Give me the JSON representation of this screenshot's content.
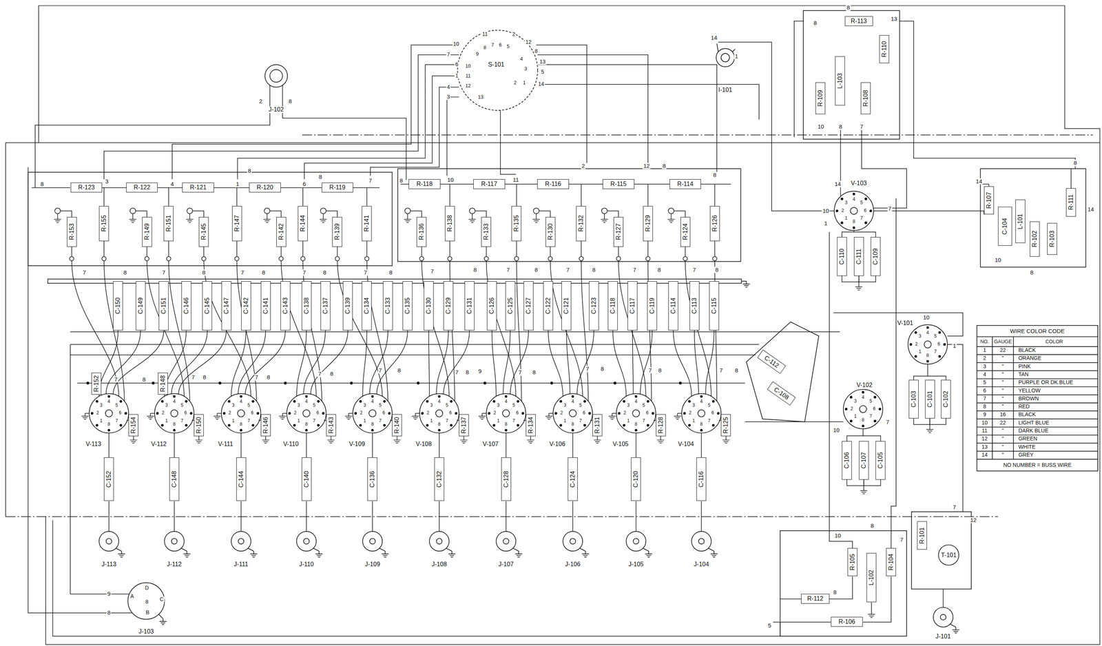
{
  "diagram": {
    "nodes": [
      {
        "text": [
          "R-123"
        ]
      },
      {
        "text": [
          "R-122"
        ]
      },
      {
        "text": [
          "R-121"
        ]
      },
      {
        "text": [
          "R-120"
        ]
      },
      {
        "text": [
          "R-119"
        ]
      },
      {
        "text": [
          "R-118"
        ]
      },
      {
        "text": [
          "R-117"
        ]
      },
      {
        "text": [
          "R-116"
        ]
      },
      {
        "text": [
          "R-115"
        ]
      },
      {
        "text": [
          "R-114"
        ]
      },
      {
        "text": [
          "R-153"
        ]
      },
      {
        "text": [
          "R-155"
        ]
      },
      {
        "text": [
          "R-149"
        ]
      },
      {
        "text": [
          "R-151"
        ]
      },
      {
        "text": [
          "R-145"
        ]
      },
      {
        "text": [
          "R-147"
        ]
      },
      {
        "text": [
          "R-142"
        ]
      },
      {
        "text": [
          "R-144"
        ]
      },
      {
        "text": [
          "R-139"
        ]
      },
      {
        "text": [
          "R-141"
        ]
      },
      {
        "text": [
          "R-136"
        ]
      },
      {
        "text": [
          "R-138"
        ]
      },
      {
        "text": [
          "R-133"
        ]
      },
      {
        "text": [
          "R-135"
        ]
      },
      {
        "text": [
          "R-130"
        ]
      },
      {
        "text": [
          "R-132"
        ]
      },
      {
        "text": [
          "R-127"
        ]
      },
      {
        "text": [
          "R-129"
        ]
      },
      {
        "text": [
          "R-124"
        ]
      },
      {
        "text": [
          "R-126"
        ]
      },
      {
        "text": [
          "C-150"
        ]
      },
      {
        "text": [
          "C-149"
        ]
      },
      {
        "text": [
          "C-151"
        ]
      },
      {
        "text": [
          "C-146"
        ]
      },
      {
        "text": [
          "C-145"
        ]
      },
      {
        "text": [
          "C-147"
        ]
      },
      {
        "text": [
          "C-142"
        ]
      },
      {
        "text": [
          "C-141"
        ]
      },
      {
        "text": [
          "C-143"
        ]
      },
      {
        "text": [
          "C-138"
        ]
      },
      {
        "text": [
          "C-137"
        ]
      },
      {
        "text": [
          "C-139"
        ]
      },
      {
        "text": [
          "C-134"
        ]
      },
      {
        "text": [
          "C-133"
        ]
      },
      {
        "text": [
          "C-135"
        ]
      },
      {
        "text": [
          "C-130"
        ]
      },
      {
        "text": [
          "C-129"
        ]
      },
      {
        "text": [
          "C-131"
        ]
      },
      {
        "text": [
          "C-126"
        ]
      },
      {
        "text": [
          "C-125"
        ]
      },
      {
        "text": [
          "C-127"
        ]
      },
      {
        "text": [
          "C-122"
        ]
      },
      {
        "text": [
          "C-121"
        ]
      },
      {
        "text": [
          "C-123"
        ]
      },
      {
        "text": [
          "C-118"
        ]
      },
      {
        "text": [
          "C-117"
        ]
      },
      {
        "text": [
          "C-119"
        ]
      },
      {
        "text": [
          "C-114"
        ]
      },
      {
        "text": [
          "C-113"
        ]
      },
      {
        "text": [
          "C-115"
        ]
      },
      {
        "text": [
          "R-152"
        ]
      },
      {
        "text": [
          "R-154"
        ]
      },
      {
        "text": [
          "R-148"
        ]
      },
      {
        "text": [
          "R-150"
        ]
      },
      {
        "text": [
          "R-146"
        ]
      },
      {
        "text": [
          "R-143"
        ]
      },
      {
        "text": [
          "R-140"
        ]
      },
      {
        "text": [
          "R-137"
        ]
      },
      {
        "text": [
          "R-134"
        ]
      },
      {
        "text": [
          "R-131"
        ]
      },
      {
        "text": [
          "R-128"
        ]
      },
      {
        "text": [
          "R-125"
        ]
      },
      {
        "text": [
          "C-152"
        ]
      },
      {
        "text": [
          "C-148"
        ]
      },
      {
        "text": [
          "C-144"
        ]
      },
      {
        "text": [
          "C-140"
        ]
      },
      {
        "text": [
          "C-136"
        ]
      },
      {
        "text": [
          "C-132"
        ]
      },
      {
        "text": [
          "C-128"
        ]
      },
      {
        "text": [
          "C-124"
        ]
      },
      {
        "text": [
          "C-120"
        ]
      },
      {
        "text": [
          "C-116"
        ]
      },
      {
        "text": [
          "R-113"
        ]
      },
      {
        "text": [
          "R-110"
        ]
      },
      {
        "text": [
          "L-103"
        ]
      },
      {
        "text": [
          "R-109"
        ]
      },
      {
        "text": [
          "R-108"
        ]
      },
      {
        "text": [
          "C-110"
        ]
      },
      {
        "text": [
          "C-111"
        ]
      },
      {
        "text": [
          "C-109"
        ]
      },
      {
        "text": [
          "R-107"
        ]
      },
      {
        "text": [
          "C-104"
        ]
      },
      {
        "text": [
          "L-101"
        ]
      },
      {
        "text": [
          "R-102"
        ]
      },
      {
        "text": [
          "R-103"
        ]
      },
      {
        "text": [
          "R-111"
        ]
      },
      {
        "text": [
          "C-103"
        ]
      },
      {
        "text": [
          "C-101"
        ]
      },
      {
        "text": [
          "C-102"
        ]
      },
      {
        "text": [
          "C-112"
        ]
      },
      {
        "text": [
          "C-108"
        ]
      },
      {
        "text": [
          "C-106"
        ]
      },
      {
        "text": [
          "C-107"
        ]
      },
      {
        "text": [
          "C-105"
        ]
      },
      {
        "text": [
          "R-105"
        ]
      },
      {
        "text": [
          "L-102"
        ]
      },
      {
        "text": [
          "R-104"
        ]
      },
      {
        "text": [
          "R-112"
        ]
      },
      {
        "text": [
          "R-106"
        ]
      },
      {
        "text": [
          "R-101"
        ]
      },
      {
        "text": [
          "T-101"
        ]
      }
    ],
    "edges": [
      {
        "from": 87,
        "to": 88,
        "arrow": "none"
      },
      {
        "from": 88,
        "to": 89,
        "arrow": "none"
      },
      {
        "from": 96,
        "to": 97,
        "arrow": "none"
      },
      {
        "from": 97,
        "to": 98,
        "arrow": "none"
      },
      {
        "from": 101,
        "to": 102,
        "arrow": "none"
      },
      {
        "from": 102,
        "to": 103,
        "arrow": "none"
      }
    ],
    "labels": [
      "S-101",
      "11",
      "2",
      "10",
      "12",
      "7",
      "8",
      "6",
      "13",
      "1",
      "5",
      "4",
      "14",
      "3",
      "8",
      "7",
      "6",
      "5",
      "9",
      "10",
      "11",
      "12",
      "13",
      "4",
      "3",
      "2",
      "1",
      "2",
      "J-102",
      "8",
      "14",
      "1",
      "I-101",
      "8",
      "8",
      "13",
      "10",
      "8",
      "7",
      "8",
      "3",
      "4",
      "1",
      "8",
      "6",
      "8",
      "7",
      "8",
      "10",
      "11",
      "2",
      "12",
      "8",
      "8",
      "7",
      "8",
      "7",
      "8",
      "7",
      "8",
      "7",
      "8",
      "7",
      "8",
      "7",
      "8",
      "7",
      "8",
      "7",
      "8",
      "7",
      "8",
      "7",
      "8",
      "7",
      "8",
      "7",
      "8",
      "7",
      "8",
      "7",
      "8",
      "7",
      "8",
      "7",
      "8",
      "9",
      "7",
      "8",
      "7",
      "8",
      "7",
      "8",
      "7",
      "8",
      "1",
      "2",
      "3",
      "4",
      "5",
      "6",
      "7",
      "8",
      "1",
      "2",
      "3",
      "4",
      "5",
      "6",
      "7",
      "8",
      "1",
      "2",
      "3",
      "4",
      "5",
      "6",
      "7",
      "8",
      "1",
      "2",
      "3",
      "4",
      "5",
      "6",
      "7",
      "8",
      "1",
      "2",
      "3",
      "4",
      "5",
      "6",
      "7",
      "8",
      "1",
      "2",
      "3",
      "4",
      "5",
      "6",
      "7",
      "8",
      "1",
      "2",
      "3",
      "4",
      "5",
      "6",
      "7",
      "8",
      "1",
      "2",
      "3",
      "4",
      "5",
      "6",
      "7",
      "8",
      "1",
      "2",
      "3",
      "4",
      "5",
      "6",
      "7",
      "8",
      "1",
      "2",
      "3",
      "4",
      "5",
      "6",
      "7",
      "8",
      "1",
      "2",
      "3",
      "4",
      "5",
      "6",
      "7",
      "8",
      "1",
      "2",
      "3",
      "4",
      "5",
      "6",
      "7",
      "8",
      "1",
      "2",
      "3",
      "4",
      "5",
      "6",
      "7",
      "8",
      "V-113",
      "V-112",
      "V-111",
      "V-110",
      "V-109",
      "V-108",
      "V-107",
      "V-106",
      "V-105",
      "V-104",
      "V-103",
      "V-102",
      "V-101",
      "J-113",
      "J-112",
      "J-111",
      "J-110",
      "J-109",
      "J-108",
      "J-107",
      "J-106",
      "J-105",
      "J-104",
      "J-101",
      "J-103",
      "A",
      "D",
      "C",
      "B",
      "8",
      "9",
      "8",
      "14",
      "10",
      "1",
      "7",
      "14",
      "8",
      "14",
      "10",
      "8",
      "10",
      "1",
      "10",
      "7",
      "10",
      "8",
      "7",
      "8",
      "5",
      "7",
      "12",
      "WIRE COLOR CODE",
      "NO.",
      "GAUGE",
      "COLOR",
      "1",
      "22",
      "BLACK",
      "2",
      "\"",
      "ORANGE",
      "3",
      "\"",
      "PINK",
      "4",
      "\"",
      "TAN",
      "5",
      "\"",
      "PURPLE OR DK.BLUE",
      "6",
      "\"",
      "YELLOW",
      "7",
      "\"",
      "BROWN",
      "8",
      "\"",
      "RED",
      "9",
      "16",
      "BLACK",
      "10",
      "22",
      "LIGHT BLUE",
      "11",
      "\"",
      "DARK BLUE",
      "12",
      "\"",
      "GREEN",
      "13",
      "\"",
      "WHITE",
      "14",
      "\"",
      "GREY",
      "NO NUMBER = BUSS WIRE"
    ]
  }
}
